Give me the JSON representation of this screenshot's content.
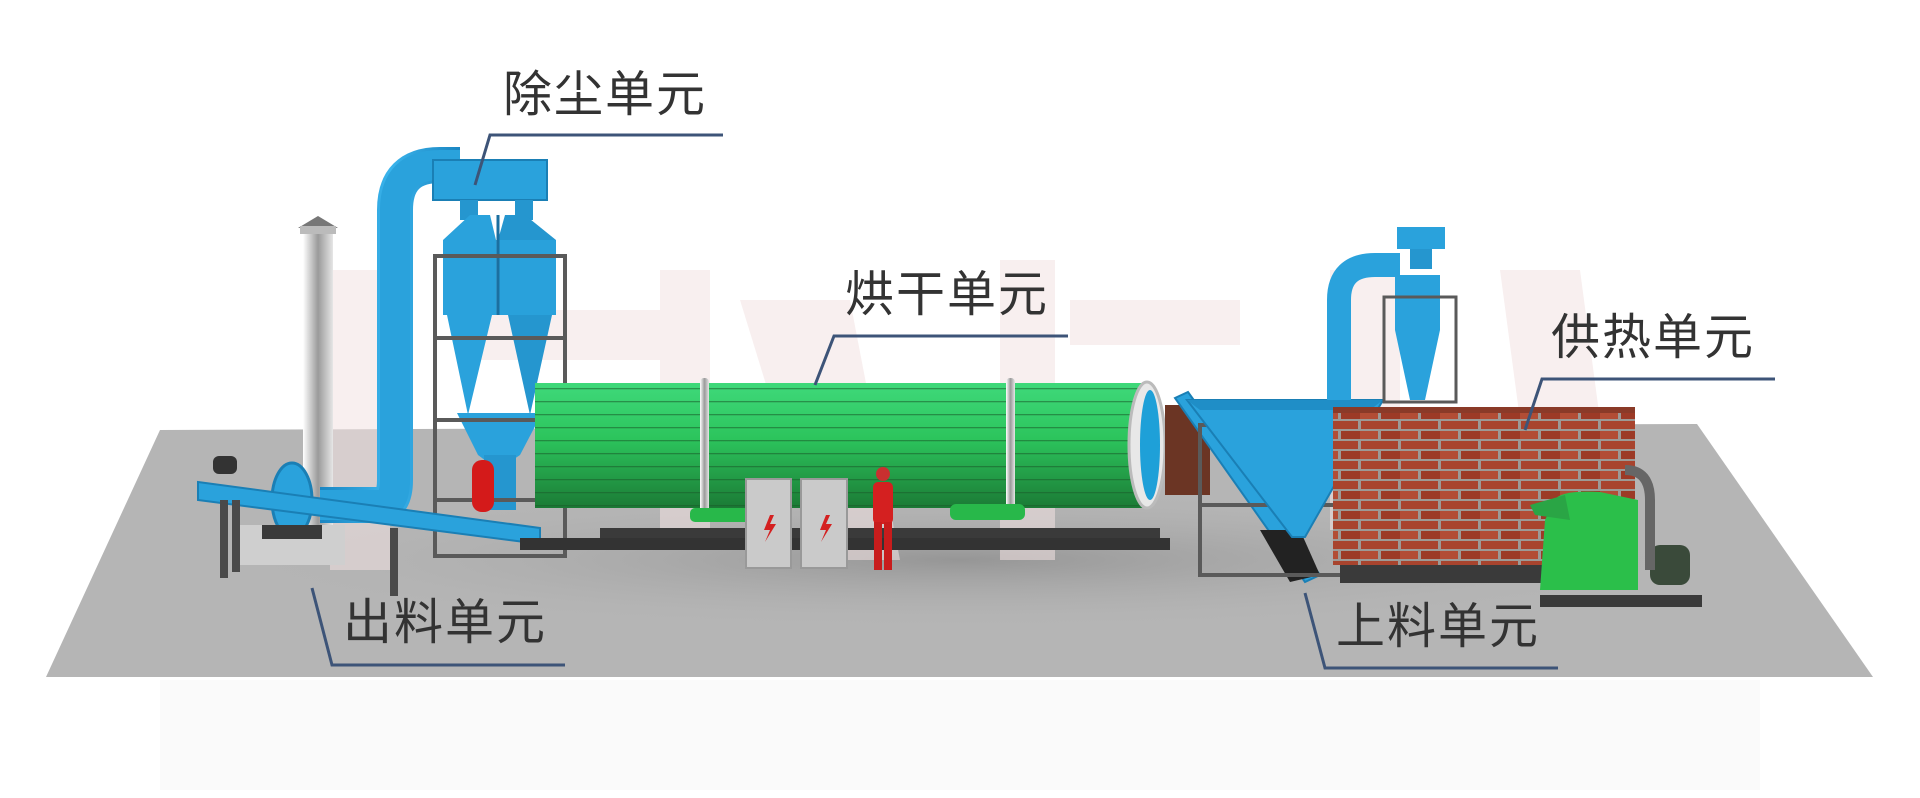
{
  "diagram": {
    "subject": "rotary drum dryer production line",
    "colors": {
      "label_text": "#333333",
      "leader_line": "#3d5478",
      "floor": "#b5b5b5",
      "equipment_blue": "#2a9fd6",
      "drum_green": "#2ecc60",
      "brick": "#a8442e",
      "crusher_green": "#2bbf4a",
      "worker_red": "#d42020",
      "cabinet": "#c8c8c8",
      "watermark": "#f6e9e9"
    },
    "labels": [
      {
        "id": "dust-removal",
        "text": "除尘单元"
      },
      {
        "id": "drying",
        "text": "烘干单元"
      },
      {
        "id": "heat-supply",
        "text": "供热单元"
      },
      {
        "id": "discharge",
        "text": "出料单元"
      },
      {
        "id": "feeding",
        "text": "上料单元"
      }
    ],
    "components": [
      "chimney",
      "induced-draft-fan",
      "twin-cyclone-dust-collector",
      "discharge-belt-conveyor",
      "rotary-drum",
      "electrical-cabinets",
      "worker-figure",
      "feed-hopper",
      "feed-belt-conveyor",
      "small-cyclone",
      "brick-furnace",
      "green-crusher"
    ]
  }
}
